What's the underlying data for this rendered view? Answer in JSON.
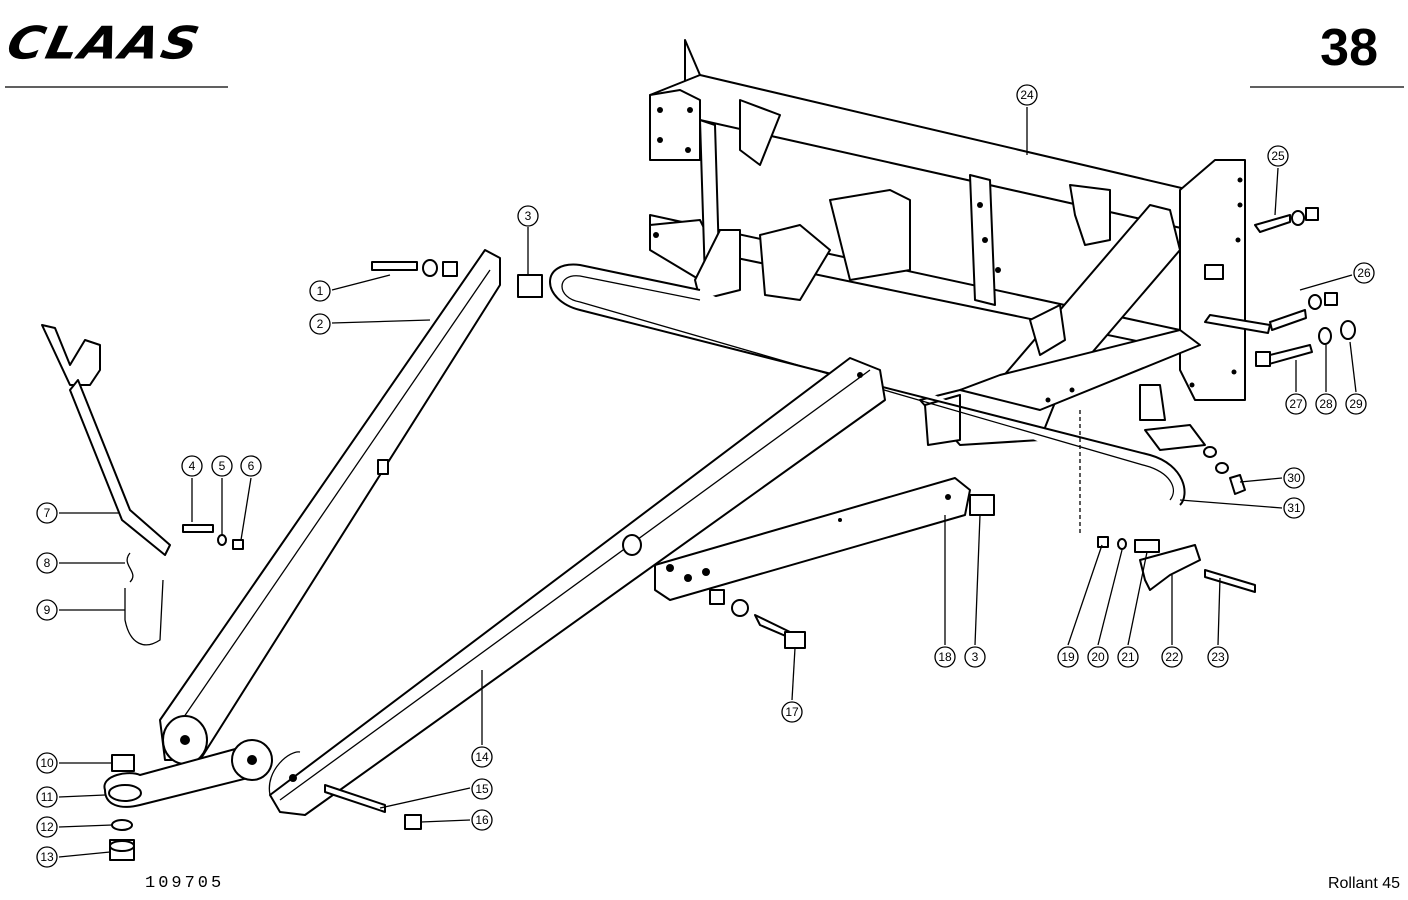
{
  "header": {
    "brand": "CLAAS",
    "page_number": "38"
  },
  "footer": {
    "drawing_number": "109705",
    "model": "Rollant 45"
  },
  "callouts": [
    "1",
    "2",
    "3",
    "4",
    "5",
    "6",
    "7",
    "8",
    "9",
    "10",
    "11",
    "12",
    "13",
    "14",
    "15",
    "16",
    "17",
    "18",
    "3",
    "19",
    "20",
    "21",
    "22",
    "23",
    "24",
    "25",
    "26",
    "27",
    "28",
    "29",
    "30",
    "31"
  ]
}
